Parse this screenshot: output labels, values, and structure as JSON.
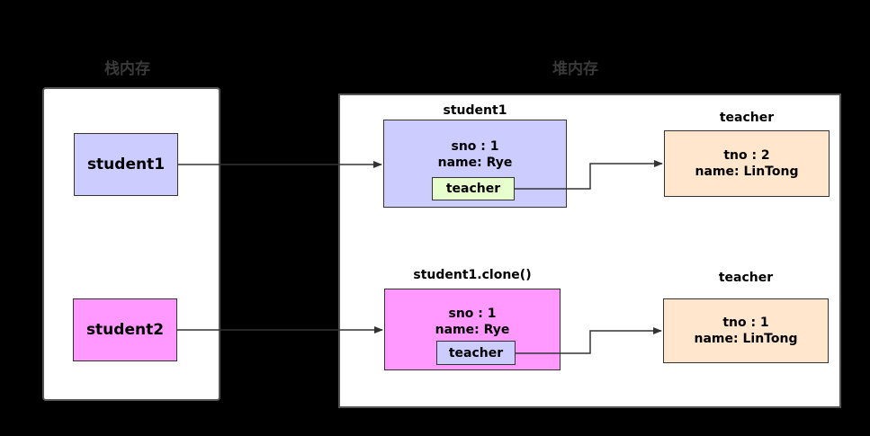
{
  "stack": {
    "heading": "栈内存",
    "student1": "student1",
    "student2": "student2"
  },
  "heap": {
    "heading": "堆内存",
    "obj1": {
      "title": "student1",
      "sno": "sno : 1",
      "name": "name: Rye",
      "ref": "teacher"
    },
    "obj2": {
      "title": "student1.clone()",
      "sno": "sno : 1",
      "name": "name: Rye",
      "ref": "teacher"
    },
    "teacher1": {
      "title": "teacher",
      "tno": "tno : 2",
      "name": "name: LinTong"
    },
    "teacher2": {
      "title": "teacher",
      "tno": "tno : 1",
      "name": "name: LinTong"
    }
  },
  "colors": {
    "student1_fill": "#ccccff",
    "student2_fill": "#ff99ff",
    "ref1_fill": "#e6ffcc",
    "ref2_fill": "#ccccff",
    "teacher_fill": "#ffe6cc"
  }
}
